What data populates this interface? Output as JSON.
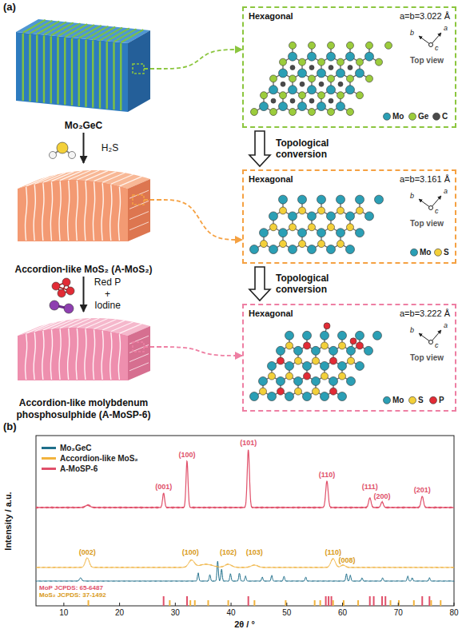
{
  "diagram": {
    "nodes": [
      {
        "text": [
          "Mo₂GeC"
        ]
      },
      {
        "text": [
          "Accordion-like MoS₂ (A-MoS₂)"
        ]
      },
      {
        "text": [
          "Accordion-like molybdenum phosphosulphide (A-MoSP-6)"
        ]
      },
      {
        "text": [
          "Hexagonal",
          "a=b=3.022 Å",
          "Top view"
        ]
      },
      {
        "text": [
          "Hexagonal",
          "a=b=3.161 Å",
          "Top view"
        ]
      },
      {
        "text": [
          "Hexagonal",
          "a=b=3.222 Å",
          "Top view"
        ]
      }
    ],
    "edges": [
      {
        "from": 0,
        "to": 1,
        "arrow": "to",
        "label": "H₂S"
      },
      {
        "from": 1,
        "to": 2,
        "arrow": "to",
        "label": "Red P + Iodine"
      },
      {
        "from": 3,
        "to": 4,
        "arrow": "to",
        "label": "Topological conversion"
      },
      {
        "from": 4,
        "to": 5,
        "arrow": "to",
        "label": "Topological conversion"
      },
      {
        "from": 0,
        "to": 3,
        "arrow": "to"
      },
      {
        "from": 1,
        "to": 4,
        "arrow": "to"
      },
      {
        "from": 2,
        "to": 5,
        "arrow": "to"
      }
    ],
    "labels": [
      "(a)",
      "a",
      "b",
      "c",
      "Mo",
      "Ge",
      "C",
      "a",
      "b",
      "c",
      "Mo",
      "S",
      "a",
      "b",
      "c",
      "Mo",
      "S",
      "P",
      "(b)",
      "Intensity / a.u.",
      "2θ / °",
      "10",
      "20",
      "30",
      "40",
      "50",
      "60",
      "70",
      "80",
      "(001)",
      "(100)",
      "(101)",
      "(110)",
      "(111)",
      "(200)",
      "(201)",
      "(002)",
      "(100)",
      "(102)",
      "(103)",
      "(110)",
      "(008)",
      "MoP JCPDS: 65-6487",
      "MoS₂ JCPDS: 37-1492"
    ],
    "legend": [
      {
        "text": "Mo₂GeC",
        "color": "#1f6f8b"
      },
      {
        "text": "Accordion-like MoS₂",
        "color": "#f2b33d"
      },
      {
        "text": "A-MoSP-6",
        "color": "#e0506a"
      }
    ]
  }
}
